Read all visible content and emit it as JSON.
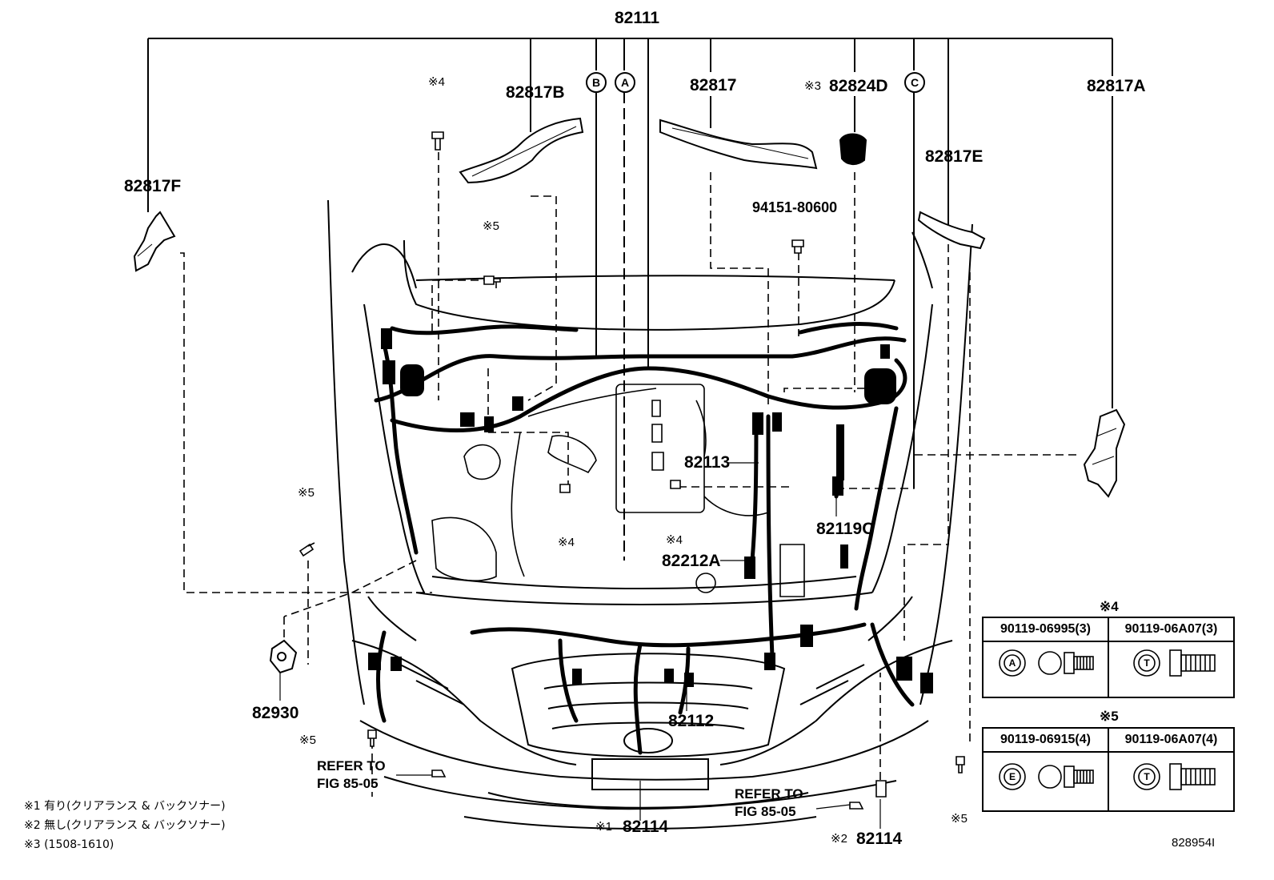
{
  "labels": {
    "main": "82111",
    "p82817b": "82817B",
    "p82817": "82817",
    "p82824d": "82824D",
    "p82824d_note": "※3",
    "p82817a": "82817A",
    "p82817e": "82817E",
    "p82817f": "82817F",
    "p94151": "94151-80600",
    "p82113": "82113",
    "p82119c": "82119C",
    "p82212a": "82212A",
    "p82930": "82930",
    "p82112": "82112",
    "p82114_1": "82114",
    "p82114_1_note": "※1",
    "p82114_2": "82114",
    "p82114_2_note": "※2",
    "refer_left_1": "REFER TO",
    "refer_left_2": "FIG 85-05",
    "refer_right_1": "REFER TO",
    "refer_right_2": "FIG 85-05",
    "note4_top": "※4",
    "note5_top": "※5",
    "note5_left": "※5",
    "note4_mid_left": "※4",
    "note4_mid": "※4",
    "note5_bottom_left": "※5",
    "note5_bottom_right": "※5",
    "circle_a": "A",
    "circle_b": "B",
    "circle_c": "C"
  },
  "footnotes": [
    "※1 有り(クリアランス & バックソナー)",
    "※2 無し(クリアランス & バックソナー)",
    "※3 (1508-1610)"
  ],
  "fastener_tables": [
    {
      "title": "※4",
      "cols": [
        {
          "part": "90119-06995(3)",
          "symbol": "A"
        },
        {
          "part": "90119-06A07(3)",
          "symbol": "T"
        }
      ]
    },
    {
      "title": "※5",
      "cols": [
        {
          "part": "90119-06915(4)",
          "symbol": "E"
        },
        {
          "part": "90119-06A07(4)",
          "symbol": "T"
        }
      ]
    }
  ],
  "drawing_id": "828954I",
  "icons": [
    "bolt-icon",
    "flange-bolt-icon",
    "clip-icon"
  ]
}
